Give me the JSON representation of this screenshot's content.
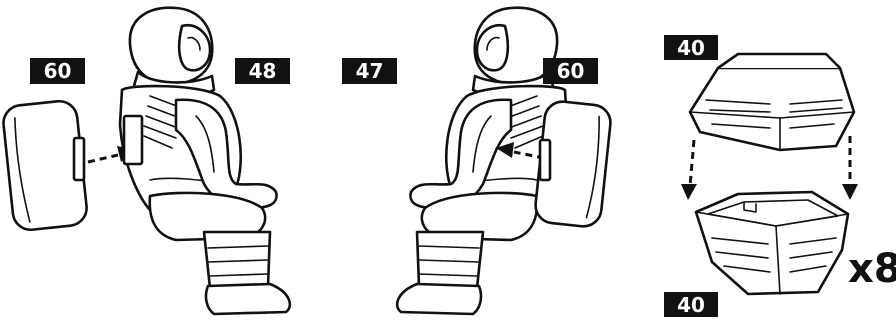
{
  "labels": {
    "left_pad_part": "60",
    "left_figure_part": "48",
    "right_figure_part": "47",
    "right_pad_part": "60",
    "container_top_part": "40",
    "container_bottom_part": "40"
  },
  "quantity": "x8",
  "icons": [
    "astronaut-seated-left",
    "astronaut-seated-right",
    "backpack-left",
    "backpack-right",
    "hex-container-lid",
    "hex-container-base"
  ],
  "colors": {
    "tag_background": "#111111",
    "tag_text": "#ffffff",
    "line": "#111111",
    "background": "#ffffff"
  }
}
